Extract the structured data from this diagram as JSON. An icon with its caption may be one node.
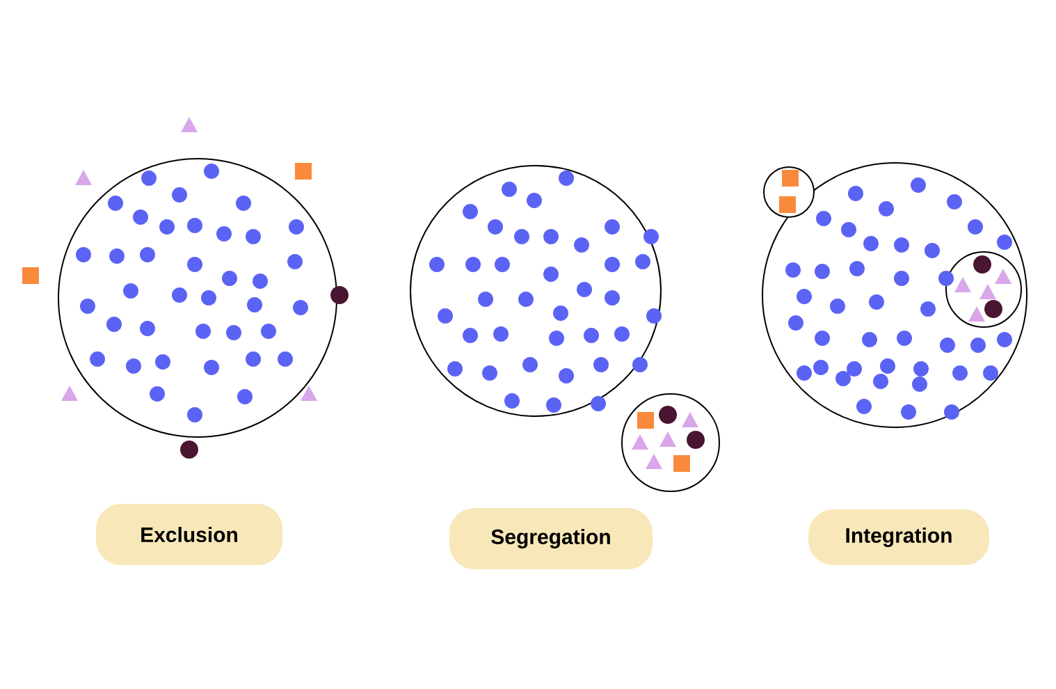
{
  "diagram": {
    "nodes": [
      {
        "text": [],
        "shape": "circle"
      },
      {
        "text": [],
        "shape": "circle"
      },
      {
        "text": [],
        "shape": "circle"
      },
      {
        "text": [],
        "shape": "circle"
      },
      {
        "text": [],
        "shape": "circle"
      },
      {
        "text": [],
        "shape": "circle",
        "in": 3
      },
      {
        "text": [
          "Exclusion"
        ]
      },
      {
        "text": [
          "Segregation"
        ]
      },
      {
        "text": [
          "Integration"
        ]
      }
    ]
  }
}
